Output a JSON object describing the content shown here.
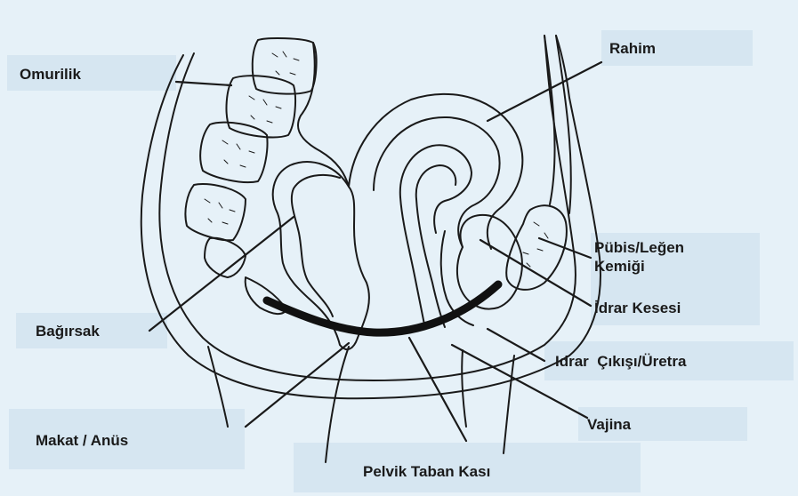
{
  "labels": {
    "omurilik": "Omurilik",
    "rahim": "Rahim",
    "pubis_line1": "Pübis/Leğen",
    "pubis_line2": "Kemiği",
    "idrar_kesesi": "İdrar Kesesi",
    "bagirsak": "Bağırsak",
    "idrar_cikisi": "Idrar  Çıkışı/Üretra",
    "vajina": "Vajina",
    "makat": "Makat / Anüs",
    "pelvik": "Pelvik Taban Kası"
  },
  "colors": {
    "background": "#e6f1f8",
    "label_box": "#d6e6f1",
    "ink": "#1a1a1a"
  }
}
